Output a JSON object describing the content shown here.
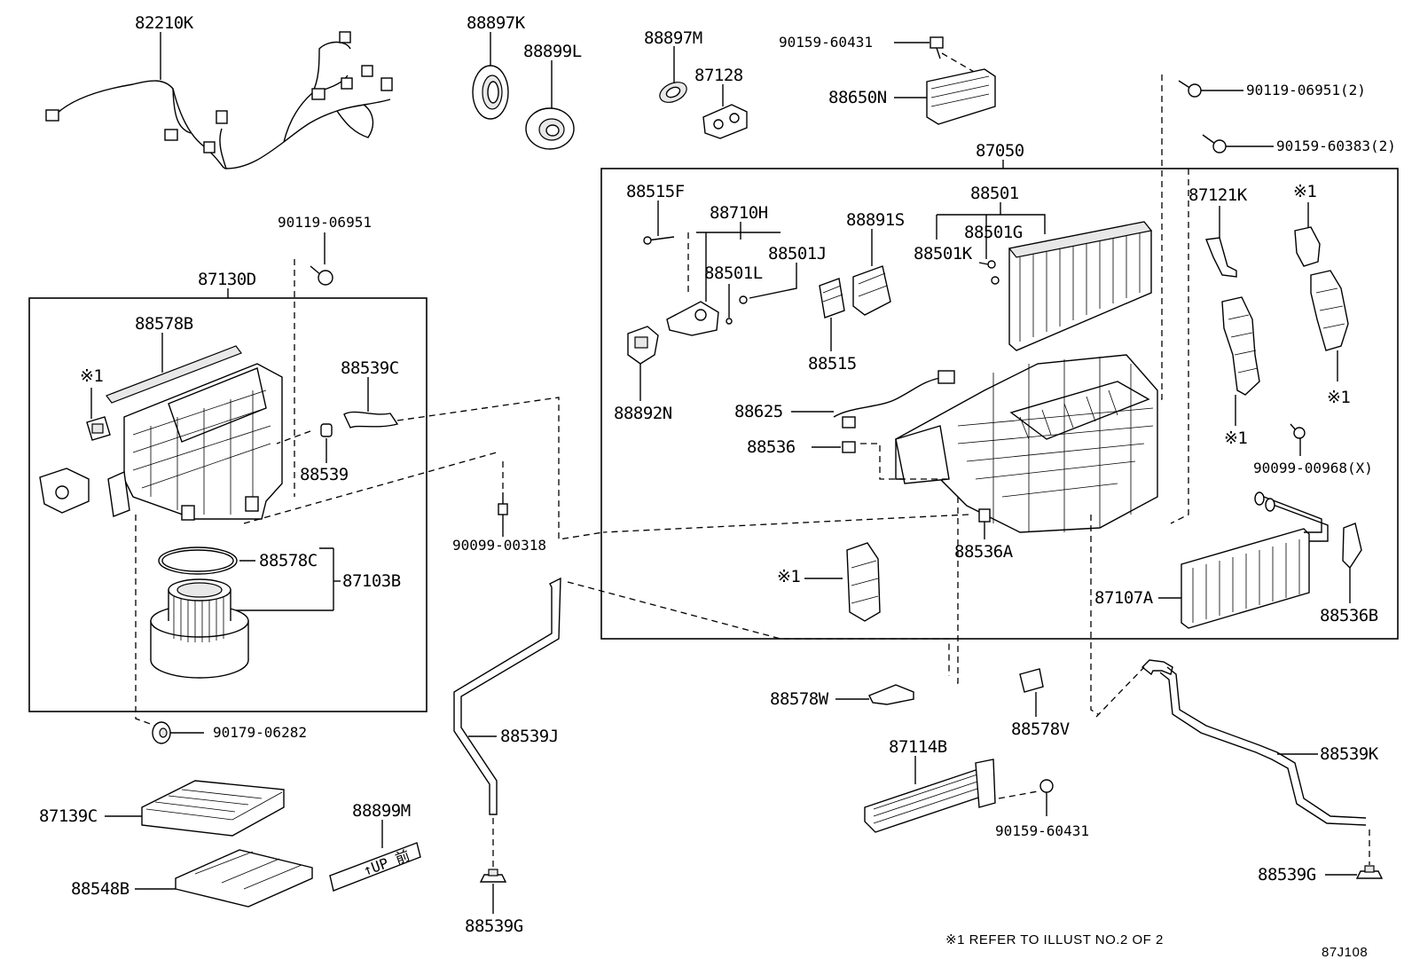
{
  "labels": {
    "p82210K": "82210K",
    "p88897K": "88897K",
    "p88899L": "88899L",
    "p88897M": "88897M",
    "p87128": "87128",
    "p90159_60431_top": "90159-60431",
    "p88650N": "88650N",
    "p90119_06951_2": "90119-06951(2)",
    "p90159_60383_2": "90159-60383(2)",
    "p87050": "87050",
    "p90119_06951": "90119-06951",
    "p87130D": "87130D",
    "p88578B": "88578B",
    "p88539C": "88539C",
    "p88539": "88539",
    "p88578C": "88578C",
    "p87103B": "87103B",
    "p90179_06282": "90179-06282",
    "p87139C": "87139C",
    "p88548B": "88548B",
    "p88899M": "88899M",
    "p90099_00318": "90099-00318",
    "p88539J": "88539J",
    "p88539G_left": "88539G",
    "p88515F": "88515F",
    "p88710H": "88710H",
    "p88501L": "88501L",
    "p88501J": "88501J",
    "p88891S": "88891S",
    "p88501": "88501",
    "p88501G": "88501G",
    "p88501K": "88501K",
    "p88515": "88515",
    "p88892N": "88892N",
    "p88625": "88625",
    "p88536": "88536",
    "p88536A": "88536A",
    "p87121K": "87121K",
    "p90099_00968X": "90099-00968(X)",
    "p87107A": "87107A",
    "p88536B": "88536B",
    "p88578W": "88578W",
    "p88578V": "88578V",
    "p87114B": "87114B",
    "p90159_60431_bot": "90159-60431",
    "p88539K": "88539K",
    "p88539G_right": "88539G"
  },
  "ref_mark": "※1",
  "filter_stamp": "↑UP 前",
  "footnote": "※1 REFER TO ILLUST NO.2 OF 2",
  "illustration_id": "87J108"
}
